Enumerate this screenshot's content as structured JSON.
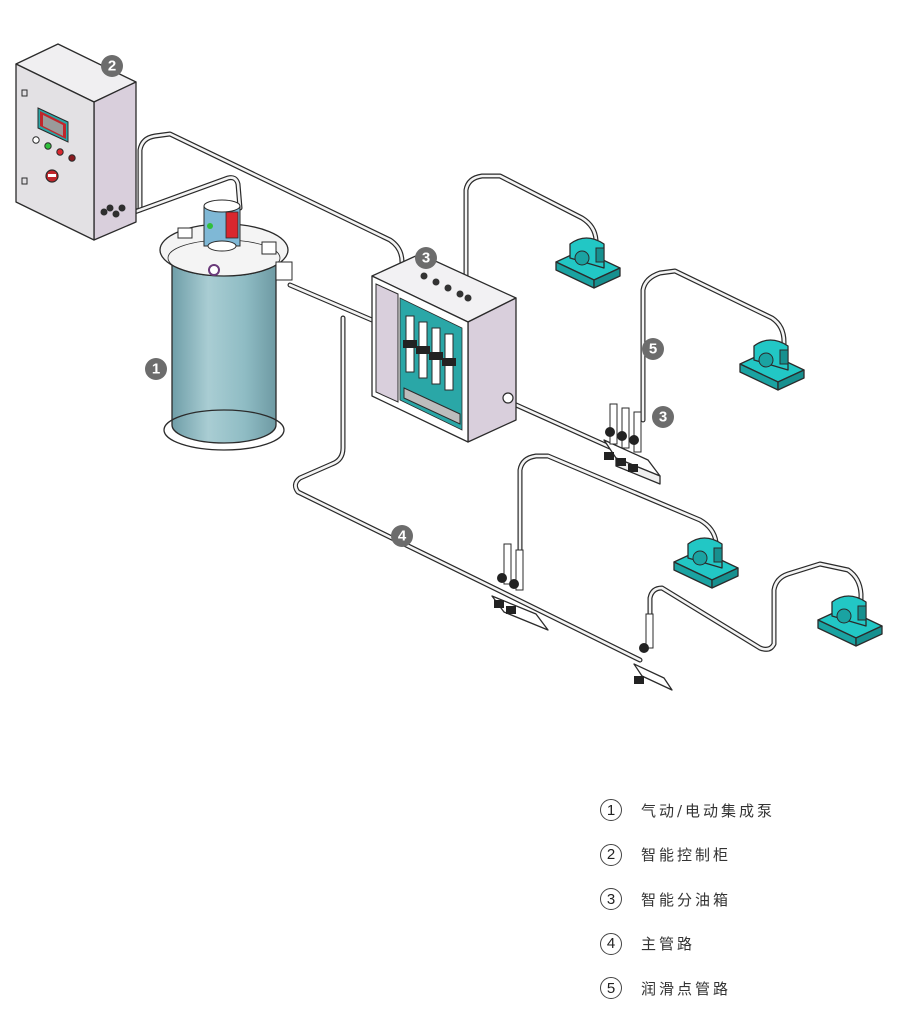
{
  "diagram": {
    "title": "",
    "colors": {
      "tank": "#8fbcc4",
      "bearing": "#22c7c5",
      "cabinet_front": "#e3e1e4",
      "cabinet_side": "#d9cfdc",
      "callout": "#6c6c6c",
      "pipe": "#2a2a2a",
      "indicator_green": "#2fbf3a",
      "indicator_red": "#d9272e",
      "screen_frame": "#c0262c",
      "screen_accent": "#2aa7a7"
    },
    "callouts": [
      {
        "id": "1",
        "component": "pump"
      },
      {
        "id": "2",
        "component": "control-cabinet"
      },
      {
        "id": "3",
        "component": "distribution-box"
      },
      {
        "id": "3",
        "component": "distributor-valve"
      },
      {
        "id": "4",
        "component": "main-pipeline"
      },
      {
        "id": "5",
        "component": "lube-point-pipeline"
      }
    ]
  },
  "legend": {
    "items": [
      {
        "num": "1",
        "label": "气动/电动集成泵"
      },
      {
        "num": "2",
        "label": "智能控制柜"
      },
      {
        "num": "3",
        "label": "智能分油箱"
      },
      {
        "num": "4",
        "label": "主管路"
      },
      {
        "num": "5",
        "label": "润滑点管路"
      }
    ]
  }
}
